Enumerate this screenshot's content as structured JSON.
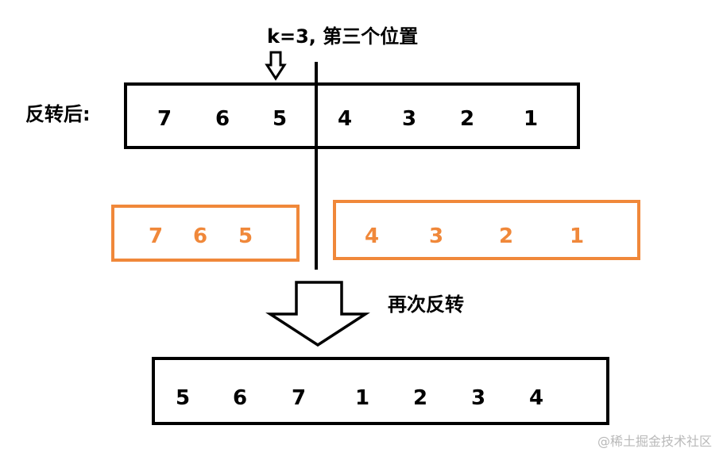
{
  "annotation": {
    "text": "k=3, 第三个位置"
  },
  "row_label": "反转后:",
  "step_label": "再次反转",
  "reversed_row": [
    "7",
    "6",
    "5",
    "4",
    "3",
    "2",
    "1"
  ],
  "left_part": [
    "7",
    "6",
    "5"
  ],
  "right_part": [
    "4",
    "3",
    "2",
    "1"
  ],
  "result_row": [
    "5",
    "6",
    "7",
    "1",
    "2",
    "3",
    "4"
  ],
  "watermark": "@稀土掘金技术社区",
  "colors": {
    "stroke": "#000000",
    "highlight": "#f0883a"
  }
}
